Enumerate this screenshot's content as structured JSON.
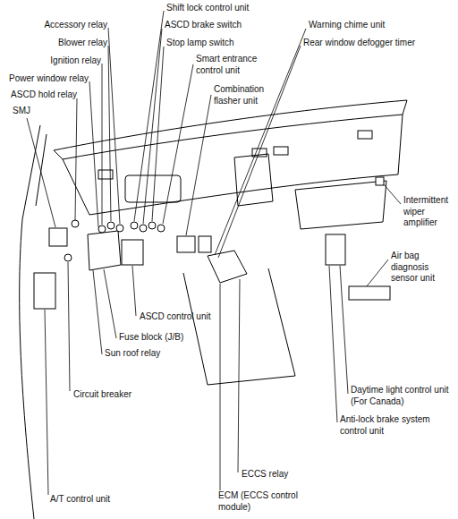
{
  "diagram": {
    "labels": [
      "Shift lock control unit",
      "Accessory relay",
      "ASCD brake switch",
      "Warning chime unit",
      "Blower relay",
      "Stop lamp switch",
      "Rear window defogger timer",
      "Ignition relay",
      "Smart entrance control unit",
      "Power window relay",
      "Combination flasher unit",
      "ASCD hold relay",
      "SMJ",
      "Intermittent wiper amplifier",
      "Air bag diagnosis sensor unit",
      "ASCD control unit",
      "Fuse block (J/B)",
      "Sun roof relay",
      "Daytime light control unit (For Canada)",
      "Anti-lock brake system control unit",
      "Circuit breaker",
      "ECCS relay",
      "A/T control unit",
      "ECM (ECCS control module)"
    ]
  }
}
